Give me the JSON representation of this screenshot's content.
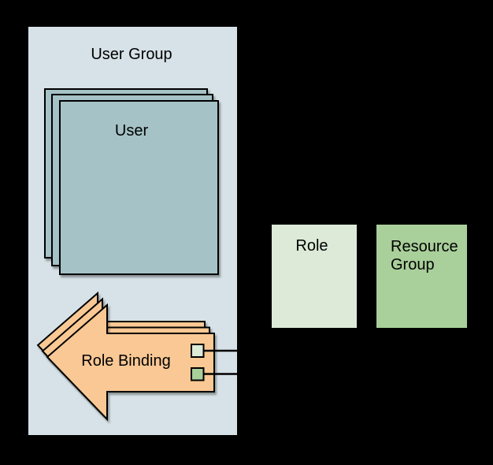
{
  "canvas": {
    "background": "#000000"
  },
  "user_group": {
    "label": "User Group",
    "fill": "#d6e2e7"
  },
  "user": {
    "label": "User",
    "fill": "#a5c2c6",
    "stack_count": 3
  },
  "role_binding": {
    "label": "Role Binding",
    "fill": "#f9c894",
    "stack_count": 3
  },
  "role": {
    "label": "Role",
    "fill": "#dcead7"
  },
  "resource_group": {
    "label": "Resource Group",
    "label_line1": "Resource",
    "label_line2": "Group",
    "fill": "#a9cf9a"
  },
  "ports": {
    "role_port_fill": "#dcead7",
    "resource_port_fill": "#a9cf9a",
    "line_color": "#000000"
  }
}
